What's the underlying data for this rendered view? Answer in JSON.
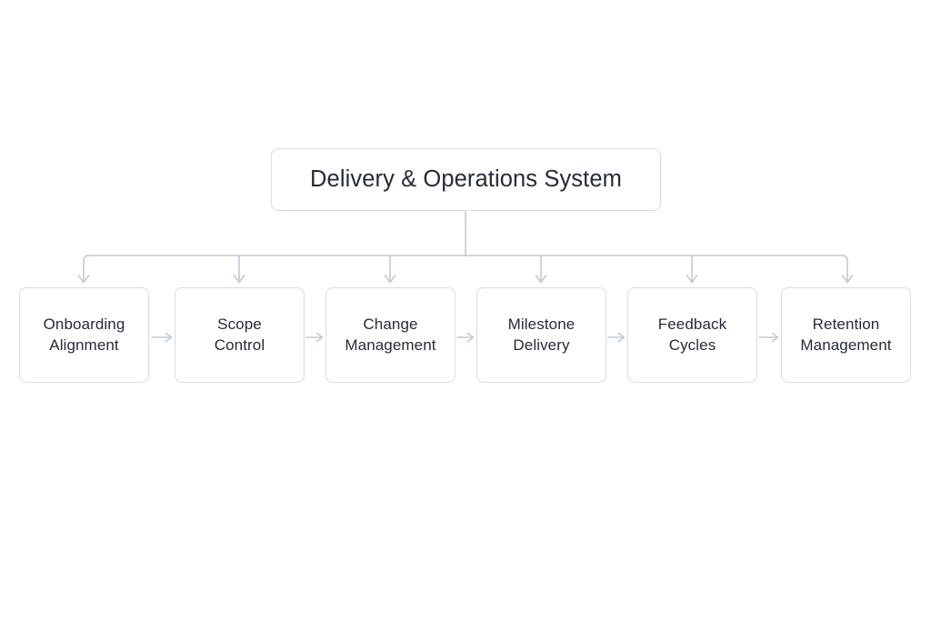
{
  "diagram": {
    "type": "hierarchy-flow",
    "background_color": "#ffffff",
    "node_fill": "#ffffff",
    "node_border_color": "#d8dce2",
    "connector_color": "#c3cad6",
    "text_color": "#252b39",
    "root": {
      "label": "Delivery & Operations System"
    },
    "children": [
      {
        "label": "Onboarding\nAlignment"
      },
      {
        "label": "Scope\nControl"
      },
      {
        "label": "Change\nManagement"
      },
      {
        "label": "Milestone\nDelivery"
      },
      {
        "label": "Feedback\nCycles"
      },
      {
        "label": "Retention\nManagement"
      }
    ],
    "connectors": {
      "root_stem": "vertical line from root bottom to horizontal bus",
      "bus": "horizontal distribution line spanning all children",
      "drops": "vertical arrows from bus down into each child node",
      "sequence_arrows": "horizontal arrows linking each child to the next"
    }
  }
}
